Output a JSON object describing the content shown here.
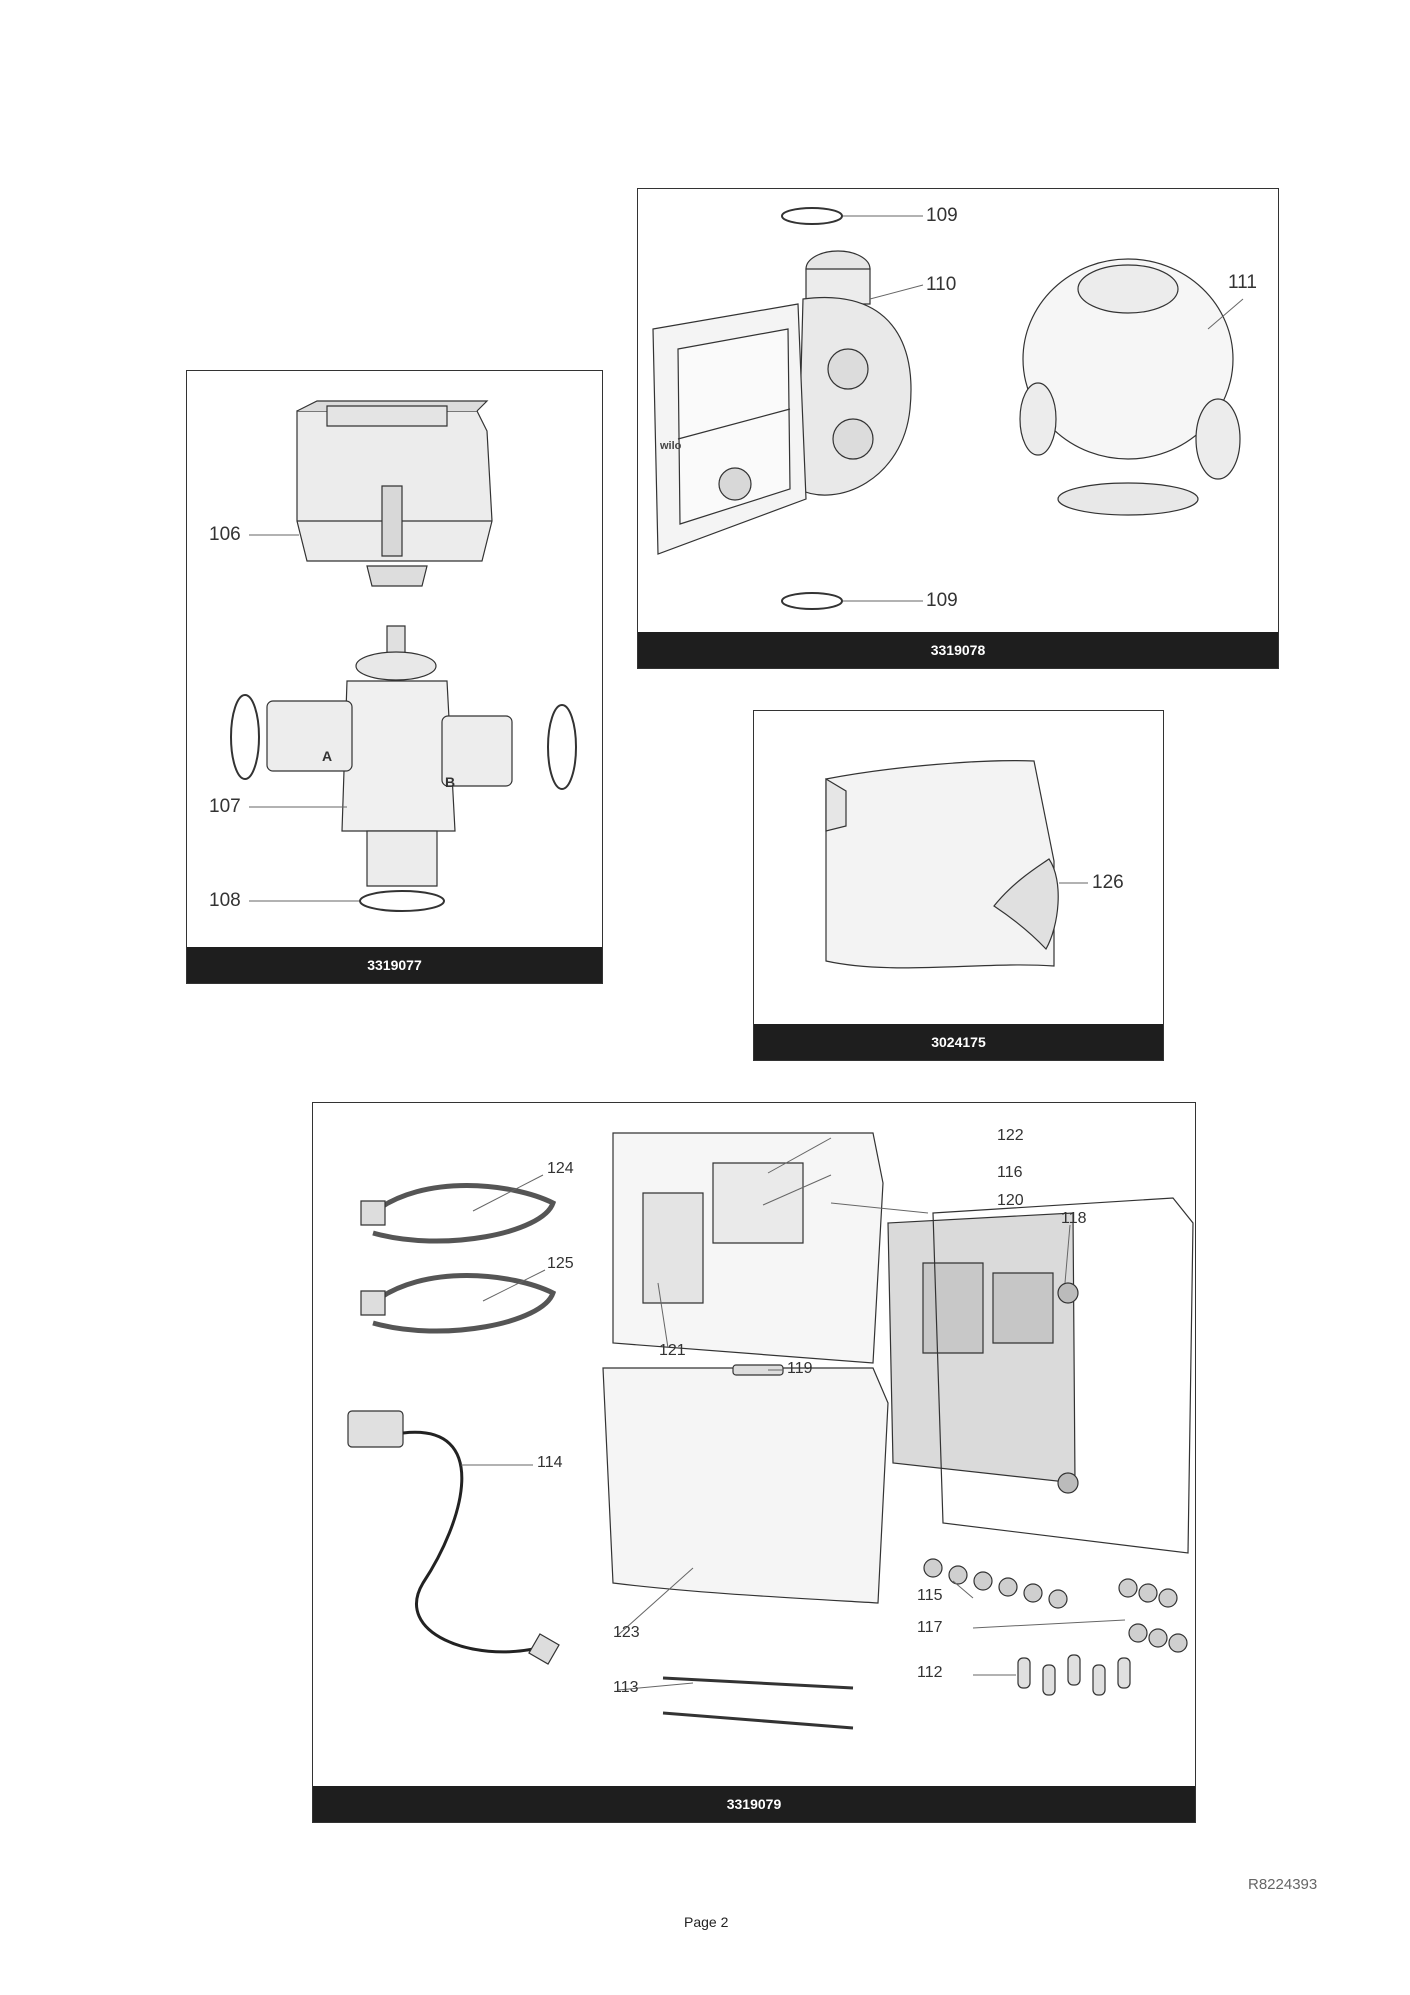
{
  "panels": {
    "valve": {
      "caption": "3319077",
      "callouts": {
        "p106": "106",
        "p107": "107",
        "p108": "108"
      },
      "port_labels": {
        "a": "A",
        "b": "B"
      }
    },
    "pump": {
      "caption": "3319078",
      "callouts": {
        "p109_top": "109",
        "p110": "110",
        "p111": "111",
        "p109_bottom": "109"
      },
      "brand_mark": "wilo"
    },
    "cover": {
      "caption": "3024175",
      "callouts": {
        "p126": "126"
      }
    },
    "controller": {
      "caption": "3319079",
      "callouts": {
        "p122": "122",
        "p116": "116",
        "p120": "120",
        "p118": "118",
        "p124": "124",
        "p125": "125",
        "p121": "121",
        "p119": "119",
        "p114": "114",
        "p115": "115",
        "p117": "117",
        "p112": "112",
        "p123": "123",
        "p113": "113"
      }
    }
  },
  "footer": {
    "ref_code": "R8224393",
    "page_label": "Page 2"
  }
}
